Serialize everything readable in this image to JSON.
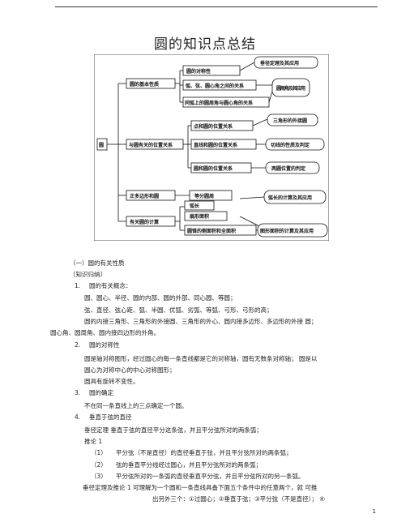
{
  "page_title": "圆的知识点总结",
  "page_number": "1",
  "diagram": {
    "root": "圆",
    "groups": [
      {
        "label": "圆的基本性质",
        "items": [
          "圆的对称性",
          "弧、弦、圆心角之间的关系",
          "同弧上的圆周角与圆心角的关系"
        ]
      },
      {
        "label": "与圆有关的位置关系",
        "items": [
          "点和圆的位置关系",
          "直线和圆的位置关系",
          "圆和圆的位置关系"
        ]
      },
      {
        "label": "正多边形和圆",
        "items": []
      },
      {
        "label": "有关圆的计算",
        "items": [
          "等分圆周",
          "弧长",
          "扇形面积",
          "圆锥的侧面积和全面积"
        ]
      }
    ],
    "callouts": [
      "垂径定理及其应用",
      "圆周角及其应用",
      "三角形的外接圆",
      "切线的性质及判定",
      "两圆位置的判定",
      "弧长的计算及其应用",
      "图形面积的计算及其应用"
    ]
  },
  "text": {
    "section_heading": "（一）圆的有关性质",
    "knowledge_tag": "〔知识归纳〕",
    "items": [
      {
        "num": "1.",
        "heading": "圆的有关概念：",
        "lines": [
          "圆、圆心、半径、圆的内部、圆的外部、同心圆、等圆；",
          "弦、直径、弦心距、弧、半圆、优弧、劣弧、等弧、弓形、弓形的高；",
          "圆的内接三角形、三角形的外接圆、三角形的外心、圆内接多边形、多边形的外接 圆；",
          "圆心角、圆周角、圆内接四边形的外角。"
        ]
      },
      {
        "num": "2.",
        "heading": "圆的对称性",
        "lines": [
          "圆是轴对称图形，经过圆心的每一条直线都是它的对称轴，圆有无数条对称轴；  圆是以",
          "圆心为对称中心的中心对称图形；",
          "圆具有旋转不变性。"
        ]
      },
      {
        "num": "3.",
        "heading": "圆的确定",
        "lines": [
          "不在同一条直线上的三点确定一个圆。"
        ]
      },
      {
        "num": "4.",
        "heading": "垂直于弦的直径",
        "lines": [
          "垂径定理  垂直于弦的直径平分这条弦，并且平分弦所对的两条弧；",
          "推论 1"
        ]
      }
    ],
    "sub_items": [
      {
        "num": "（1）",
        "text": "平分弦（不是直径）的直径垂直于弦，并且平分弦所对的两条弧；"
      },
      {
        "num": "（2）",
        "text": "弦的垂直平分线经过圆心，并且平分弦所对的两条弧；"
      },
      {
        "num": "（3）",
        "text": "平分弦所对的一条弧的直径垂直平分弦，并且平分弦所对的另一条弧。"
      }
    ],
    "closing_lines": [
      "垂径定理及推论 1 可理解为一个圆和一条直线具备下面五个条件中的任意两个，就  可推",
      "出另外三个：①过圆心；②垂直于弦；③平分弦（不是直径）；  ④"
    ]
  }
}
